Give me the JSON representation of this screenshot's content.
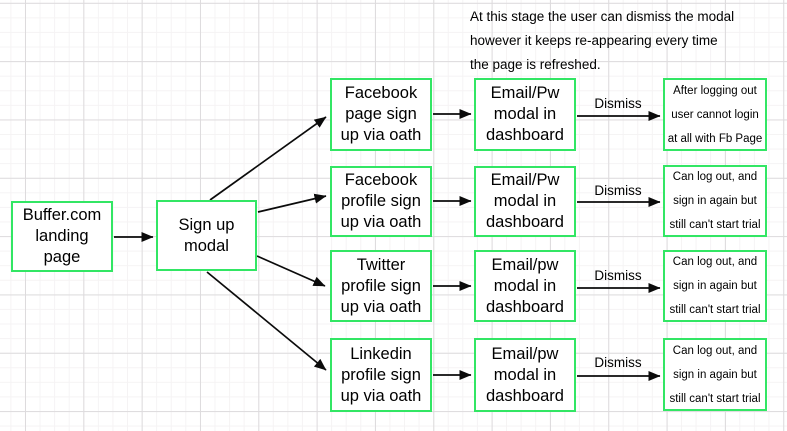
{
  "colors": {
    "box_border": "#32e664",
    "arrow": "#0b0b0b",
    "grid_minor": "#f5f3f4",
    "grid_major": "#dddbdd",
    "background": "#ffffff",
    "text": "#000000"
  },
  "annotation": {
    "text": "At this stage the user can dismiss the modal\nhowever it keeps re-appearing every time\nthe page is refreshed."
  },
  "nodes": {
    "buffer_landing": {
      "label": "Buffer.com\nlanding\npage"
    },
    "signup_modal": {
      "label": "Sign up\nmodal"
    },
    "facebook_page": {
      "label": "Facebook\npage sign\nup via oath"
    },
    "facebook_profile": {
      "label": "Facebook\nprofile sign\nup via oath"
    },
    "twitter_profile": {
      "label": "Twitter\nprofile sign\nup via oath"
    },
    "linkedin_profile": {
      "label": "Linkedin\nprofile sign\nup via oath"
    },
    "email_pw_1": {
      "label": "Email/Pw\nmodal in\ndashboard"
    },
    "email_pw_2": {
      "label": "Email/Pw\nmodal in\ndashboard"
    },
    "email_pw_3": {
      "label": "Email/pw\nmodal in\ndashboard"
    },
    "email_pw_4": {
      "label": "Email/pw\nmodal in\ndashboard"
    },
    "outcome_1": {
      "label": "After logging out\nuser cannot login\nat all with Fb Page"
    },
    "outcome_2": {
      "label": "Can log out, and\nsign in again but\nstill can't start trial"
    },
    "outcome_3": {
      "label": "Can log out, and\nsign in again but\nstill can't start trial"
    },
    "outcome_4": {
      "label": "Can log out, and\nsign in again but\nstill can't start trial"
    }
  },
  "edge_labels": {
    "dismiss_1": "Dismiss",
    "dismiss_2": "Dismiss",
    "dismiss_3": "Dismiss",
    "dismiss_4": "Dismiss"
  }
}
